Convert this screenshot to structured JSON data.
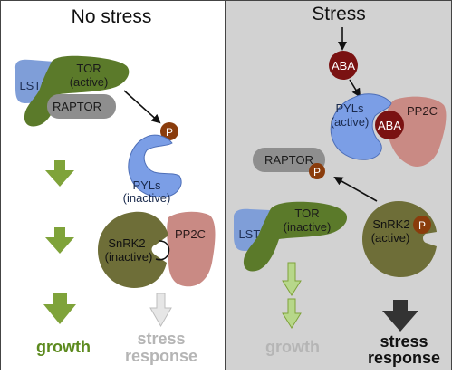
{
  "panels": {
    "no_stress": {
      "title": "No stress",
      "tor_label_line1": "TOR",
      "tor_label_line2": "(active)",
      "lst8_label": "LST8",
      "raptor_label": "RAPTOR",
      "phospho_label": "P",
      "pyls_label_line1": "PYLs",
      "pyls_label_line2": "(inactive)",
      "snrk2_label_line1": "SnRK2",
      "snrk2_label_line2": "(inactive)",
      "pp2c_label": "PP2C",
      "growth_label": "growth",
      "stress_response_line1": "stress",
      "stress_response_line2": "response"
    },
    "stress": {
      "title": "Stress",
      "aba_top_label": "ABA",
      "pyls_label_line1": "PYLs",
      "pyls_label_line2": "(active)",
      "aba_bound_label": "ABA",
      "pp2c_label": "PP2C",
      "raptor_label": "RAPTOR",
      "raptor_phospho_label": "P",
      "lst8_label": "LST8",
      "tor_label_line1": "TOR",
      "tor_label_line2": "(inactive)",
      "snrk2_label_line1": "SnRK2",
      "snrk2_label_line2": "(active)",
      "snrk2_phospho_label": "P",
      "growth_label": "growth",
      "stress_response_line1": "stress",
      "stress_response_line2": "response"
    }
  },
  "colors": {
    "tor": "#5b7a2a",
    "lst8": "#7f9ed8",
    "raptor": "#8e8e8e",
    "pyls": "#7b9ee6",
    "snrk2": "#6e6e38",
    "pp2c": "#c98a84",
    "aba": "#7a1212",
    "phospho": "#8a3c0c",
    "arrow_active_green": "#7fa33a",
    "arrow_faint_green": "#b7d78a",
    "growth_green": "#5c8a1e",
    "faded_text": "#b5b5b5",
    "stress_bg": "#d2d2d2"
  }
}
